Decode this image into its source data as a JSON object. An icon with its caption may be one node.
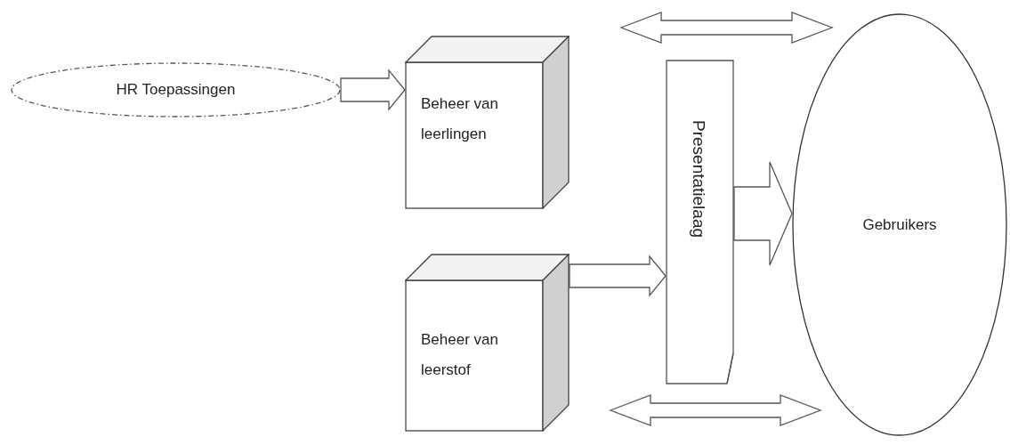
{
  "diagram": {
    "nodes": [
      {
        "text": [
          "HR Toepassingen"
        ]
      },
      {
        "text": [
          "Beheer van leerlingen"
        ]
      },
      {
        "text": [
          "Beheer van leerstof"
        ]
      },
      {
        "text": [
          "Presentatielaag"
        ]
      },
      {
        "text": [
          "Gebruikers"
        ]
      }
    ],
    "edges": [
      {
        "from": 0,
        "to": 1,
        "arrow": "to",
        "style": "dashed"
      },
      {
        "from": 2,
        "to": 3,
        "arrow": "to"
      },
      {
        "from": 3,
        "to": 4,
        "arrow": "to"
      }
    ]
  }
}
